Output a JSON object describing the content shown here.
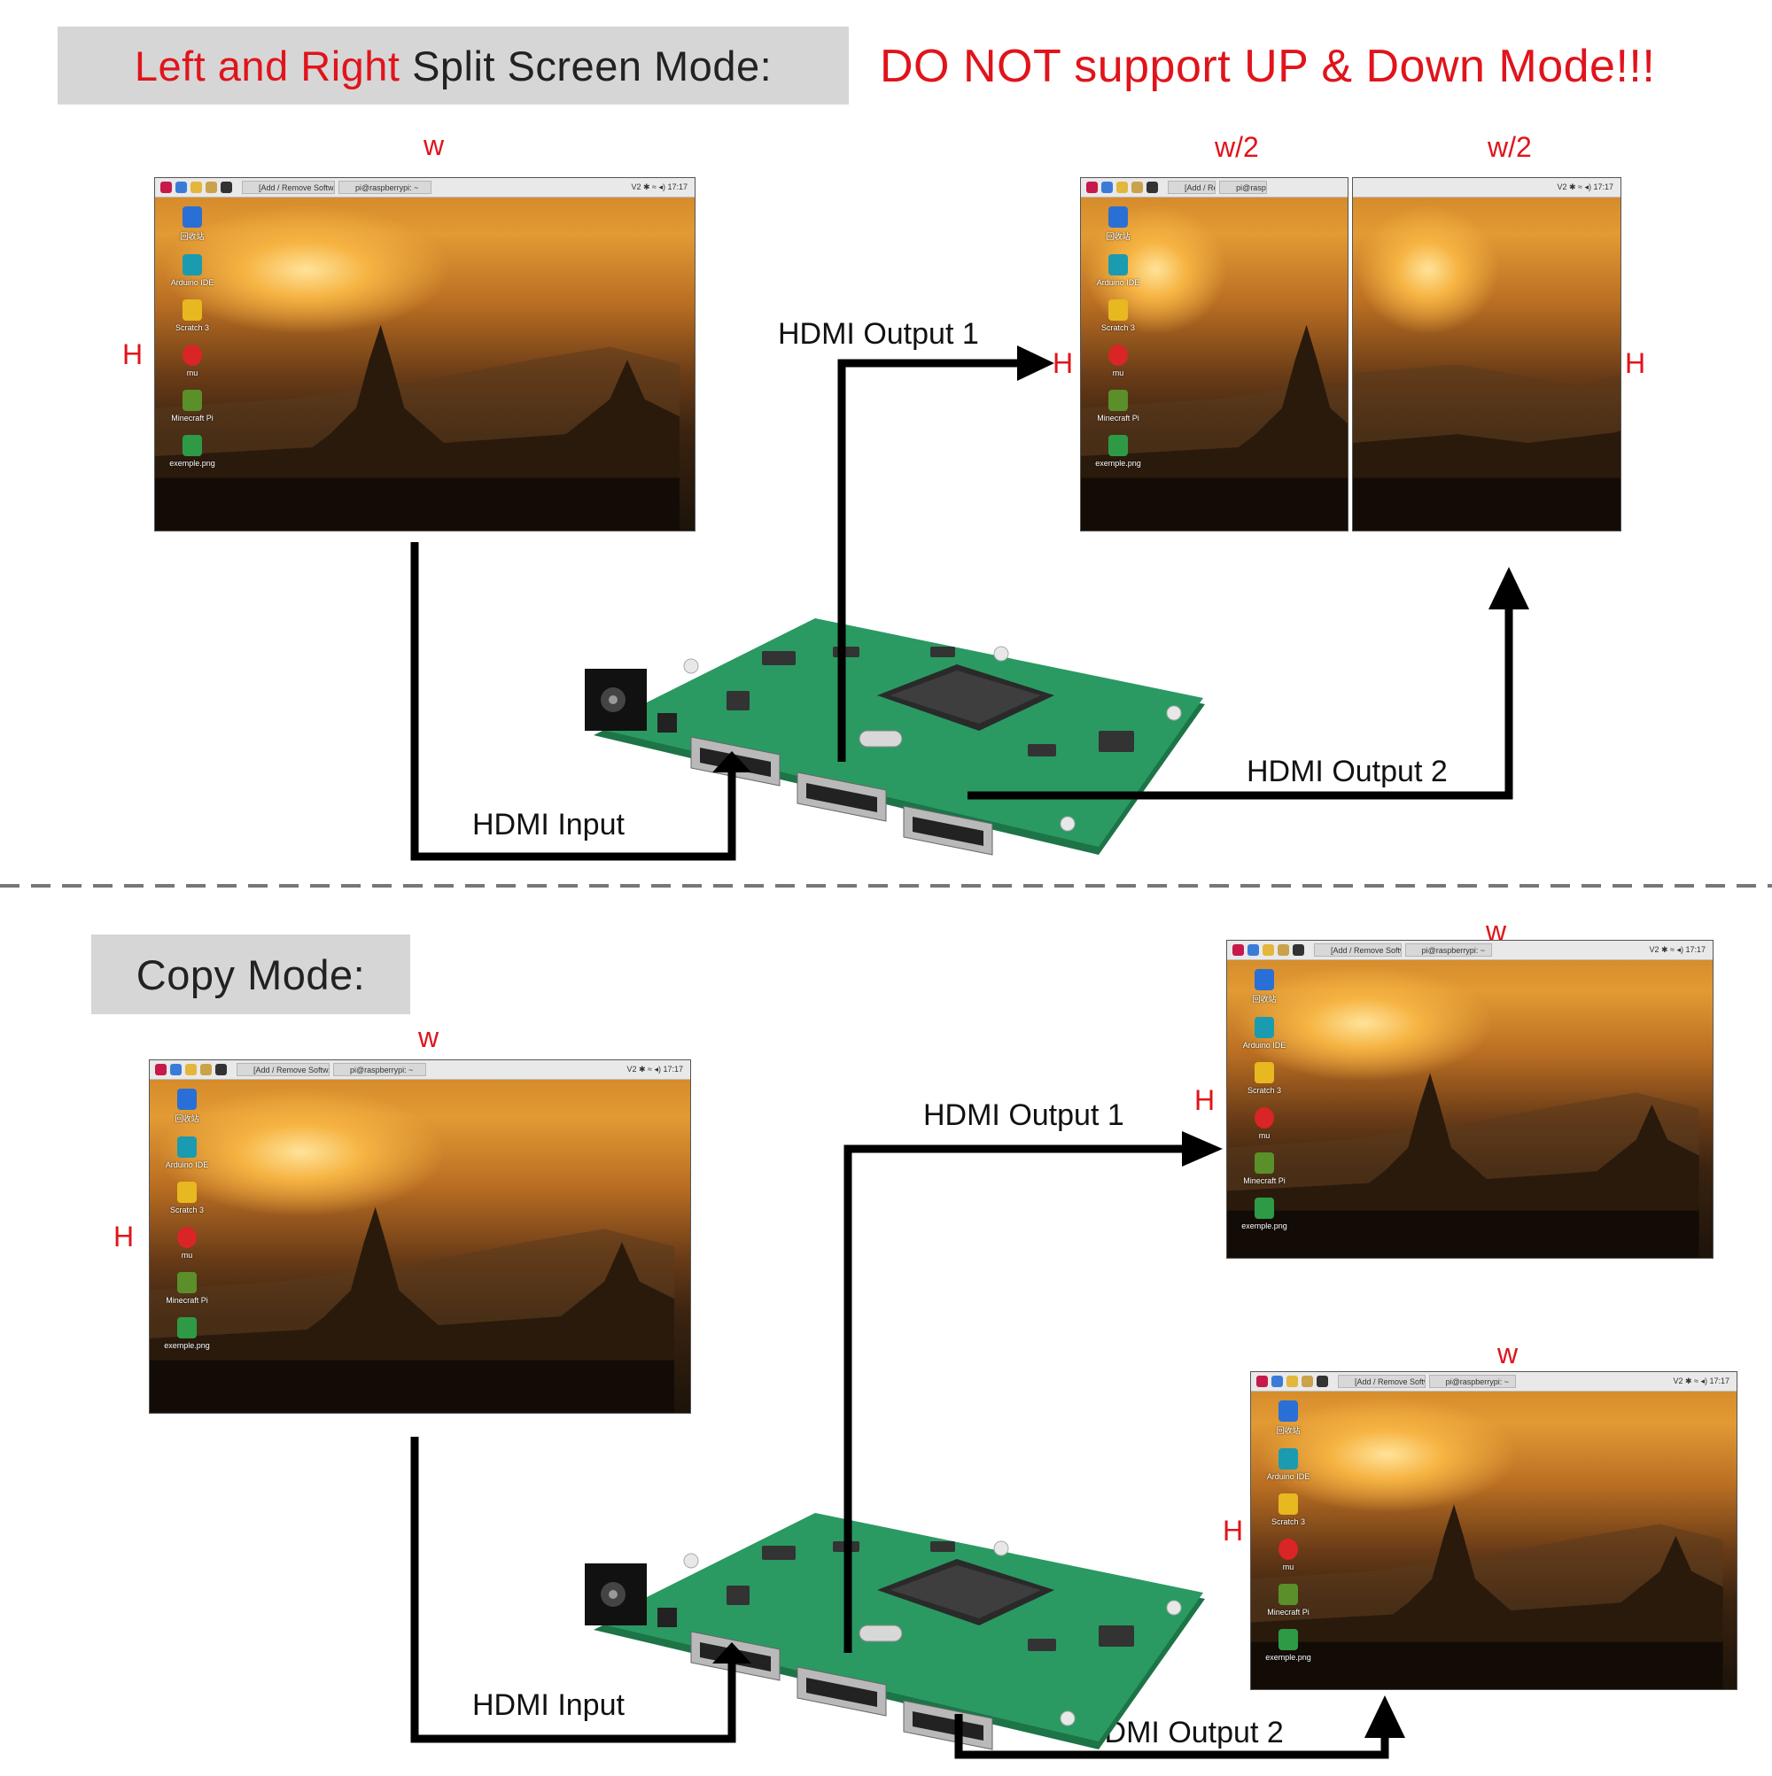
{
  "top_section": {
    "title_prefix": "Left and Right",
    "title_suffix": "Split Screen Mode:",
    "warning": "DO NOT support UP & Down Mode!!!",
    "input_label": "HDMI Input",
    "output1_label": "HDMI Output 1",
    "output2_label": "HDMI Output  2",
    "source_width": "w",
    "source_height": "H",
    "split_width_left": "w/2",
    "split_width_right": "w/2",
    "split_height_left": "H",
    "split_height_right": "H"
  },
  "bottom_section": {
    "title": "Copy Mode:",
    "input_label": "HDMI Input",
    "output1_label": "HDMI Output 1",
    "output2_label": "HDMI Output 2",
    "source_width": "w",
    "source_height": "H",
    "out1_width": "w",
    "out1_height": "H",
    "out2_width": "w",
    "out2_height": "H"
  },
  "desktop": {
    "task1": "[Add / Remove Softw...",
    "task2": "pi@raspberrypi: ~",
    "tray": "V2  ✱  ≈  ◂)  17:17",
    "icons": [
      "回收站",
      "Arduino IDE",
      "Scratch 3",
      "mu",
      "Minecraft Pi",
      "exemple.png"
    ]
  },
  "colors": {
    "accent_red": "#e0141b",
    "title_bg": "#d6d6d6",
    "pcb_green": "#2a9a62",
    "arrow": "#000000"
  }
}
